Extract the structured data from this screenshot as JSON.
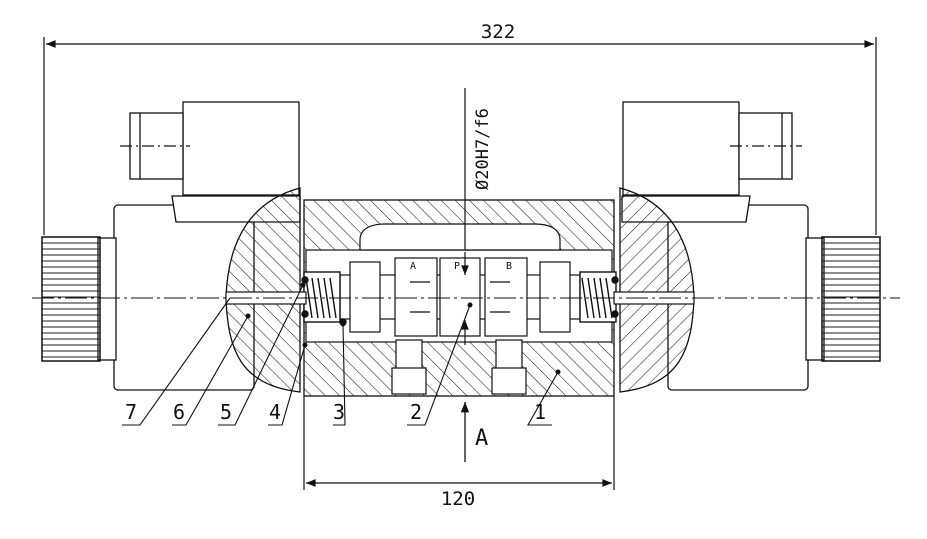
{
  "dimensions": {
    "overall_width": "322",
    "body_width": "120",
    "bore_fit": "Ø20H7/f6"
  },
  "view_label": "A",
  "part_numbers": [
    "1",
    "2",
    "3",
    "4",
    "5",
    "6",
    "7"
  ],
  "port_labels": [
    "A",
    "P",
    "B"
  ],
  "colors": {
    "line": "#111111",
    "background": "#ffffff"
  }
}
